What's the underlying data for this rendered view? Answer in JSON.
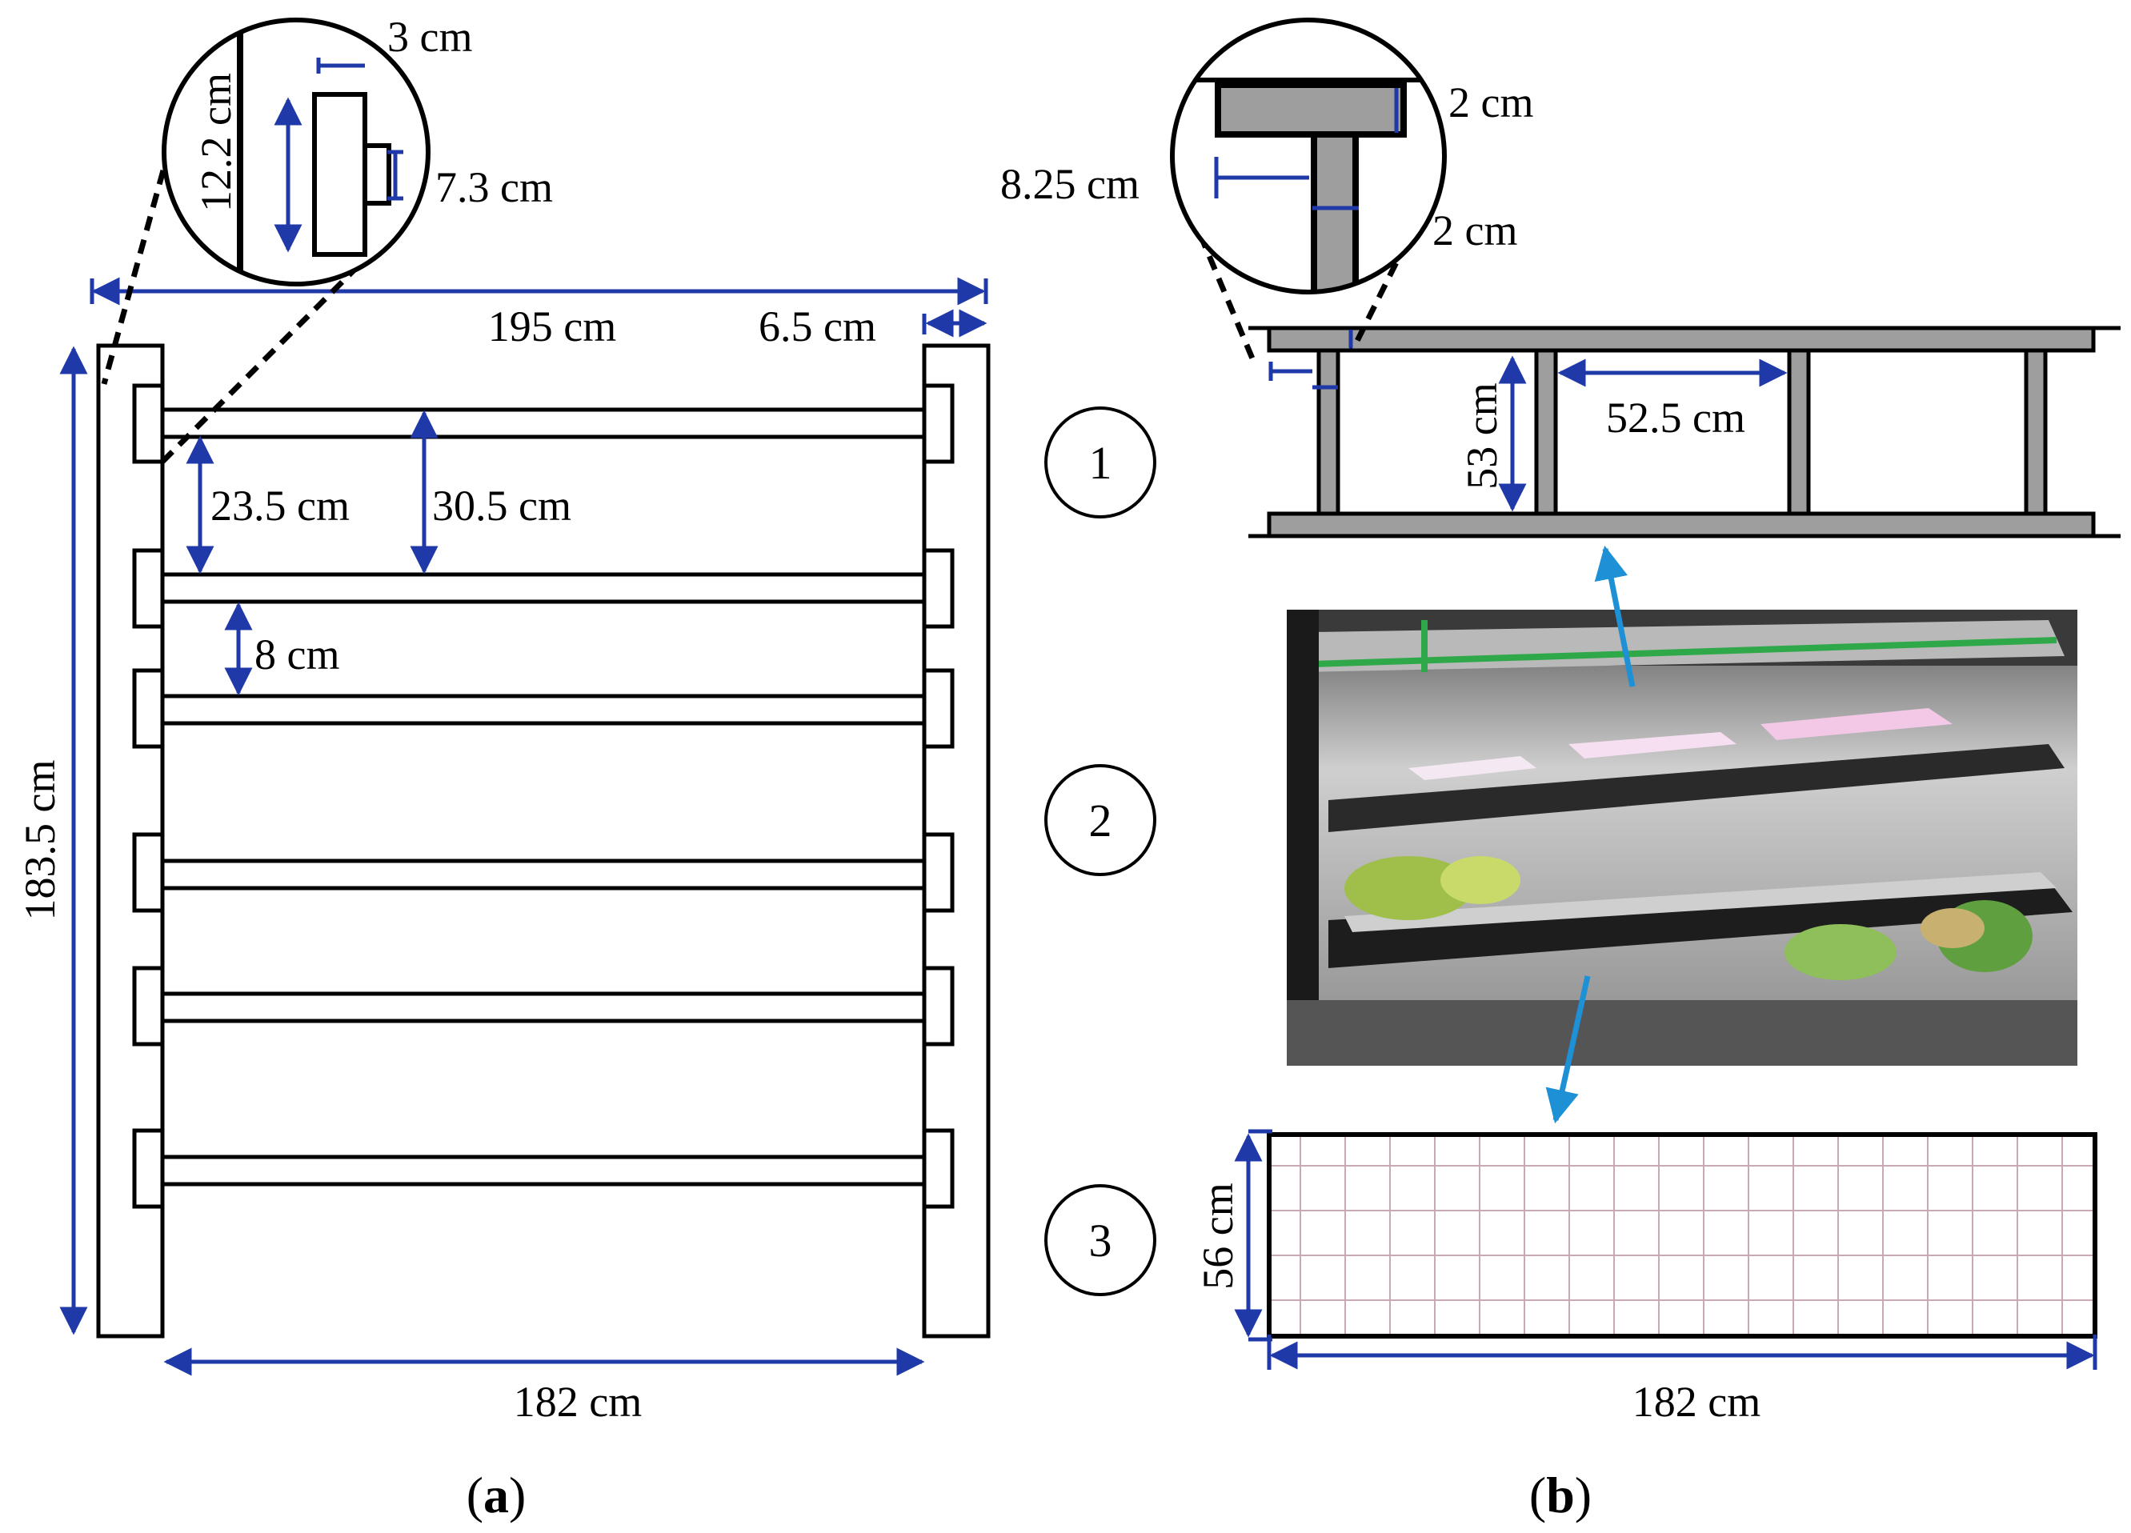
{
  "colors": {
    "dimension": "#1f3aa8",
    "arrow_light": "#1e90d6",
    "frame": "#000000",
    "beam_fill": "#9e9e9e",
    "grid_line": "#c8a8b4"
  },
  "panel_a": {
    "label_open": "(",
    "label_letter": "a",
    "label_close": ")",
    "dim_total_width": "195 cm",
    "dim_post_width": "6.5 cm",
    "dim_height": "183.5 cm",
    "dim_inner_gap": "23.5 cm",
    "dim_shelf_pitch": "30.5 cm",
    "dim_small_gap": "8 cm",
    "dim_inner_width": "182 cm",
    "inset": {
      "dim_top": "3 cm",
      "dim_bracket_height": "12.2 cm",
      "dim_side": "7.3 cm"
    }
  },
  "panel_b": {
    "label_open": "(",
    "label_letter": "b",
    "label_close": ")",
    "markers": [
      "1",
      "2",
      "3"
    ],
    "shelf": {
      "dim_height": "53 cm",
      "dim_span": "52.5 cm"
    },
    "inset": {
      "dim_flange": "2 cm",
      "dim_web": "2 cm",
      "dim_depth": "8.25 cm"
    },
    "grid": {
      "dim_depth": "56 cm",
      "dim_width": "182 cm"
    },
    "photo_icon": "grow-rack-photo"
  }
}
